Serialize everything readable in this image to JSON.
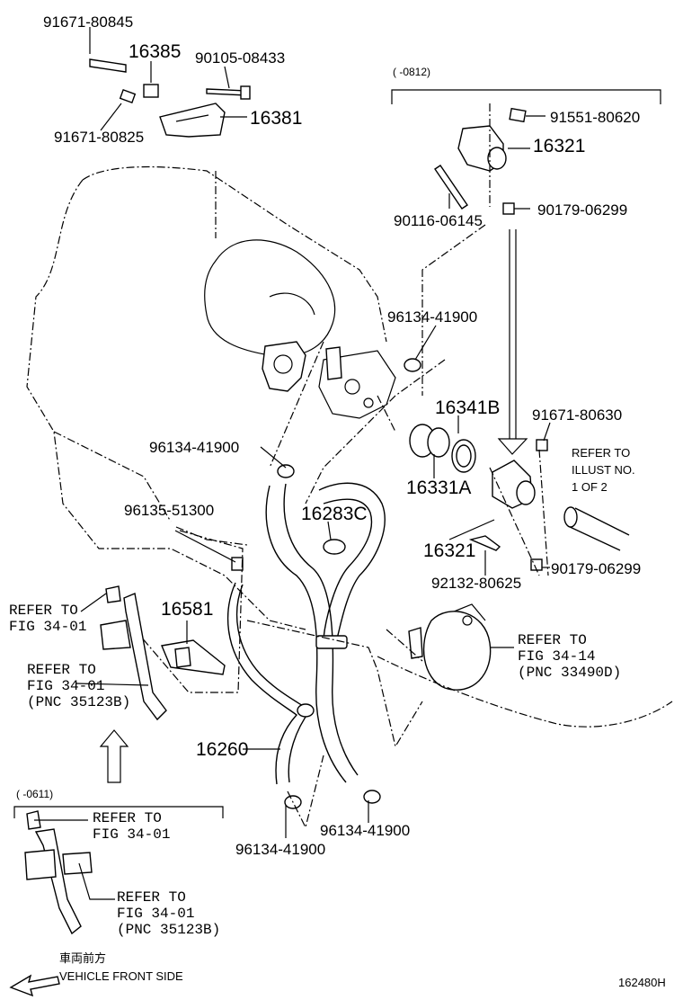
{
  "labels": {
    "p91671_80845": "91671-80845",
    "p16385": "16385",
    "p90105_08433": "90105-08433",
    "p91671_80825": "91671-80825",
    "p16381": "16381",
    "range_0812": "(    -0812)",
    "p91551_80620": "91551-80620",
    "p16321_top": "16321",
    "p90116_06145": "90116-06145",
    "p90179_06299_top": "90179-06299",
    "p96134_41900_a": "96134-41900",
    "p16341B": "16341B",
    "p91671_80630": "91671-80630",
    "p96134_41900_b": "96134-41900",
    "p16331A": "16331A",
    "refer_illust": "REFER TO\nILLUST NO.\n1 OF 2",
    "p96135_51300": "96135-51300",
    "p16283C": "16283C",
    "p16321_mid": "16321",
    "p92132_80625": "92132-80625",
    "p90179_06299_mid": "90179-06299",
    "refer_fig3401_a": "REFER TO\nFIG 34-01",
    "p16581": "16581",
    "refer_fig3414": "REFER TO\nFIG 34-14\n(PNC 33490D)",
    "refer_fig3401_b": "REFER TO\nFIG 34-01\n(PNC 35123B)",
    "p16260": "16260",
    "range_0611": "(     -0611)",
    "refer_fig3401_c": "REFER TO\nFIG 34-01",
    "p96134_41900_c": "96134-41900",
    "p96134_41900_d": "96134-41900",
    "refer_fig3401_d": "REFER TO\nFIG 34-01\n(PNC 35123B)",
    "jp_front": "車両前方",
    "vehicle_front": "VEHICLE FRONT SIDE",
    "diagram_id": "162480H"
  }
}
